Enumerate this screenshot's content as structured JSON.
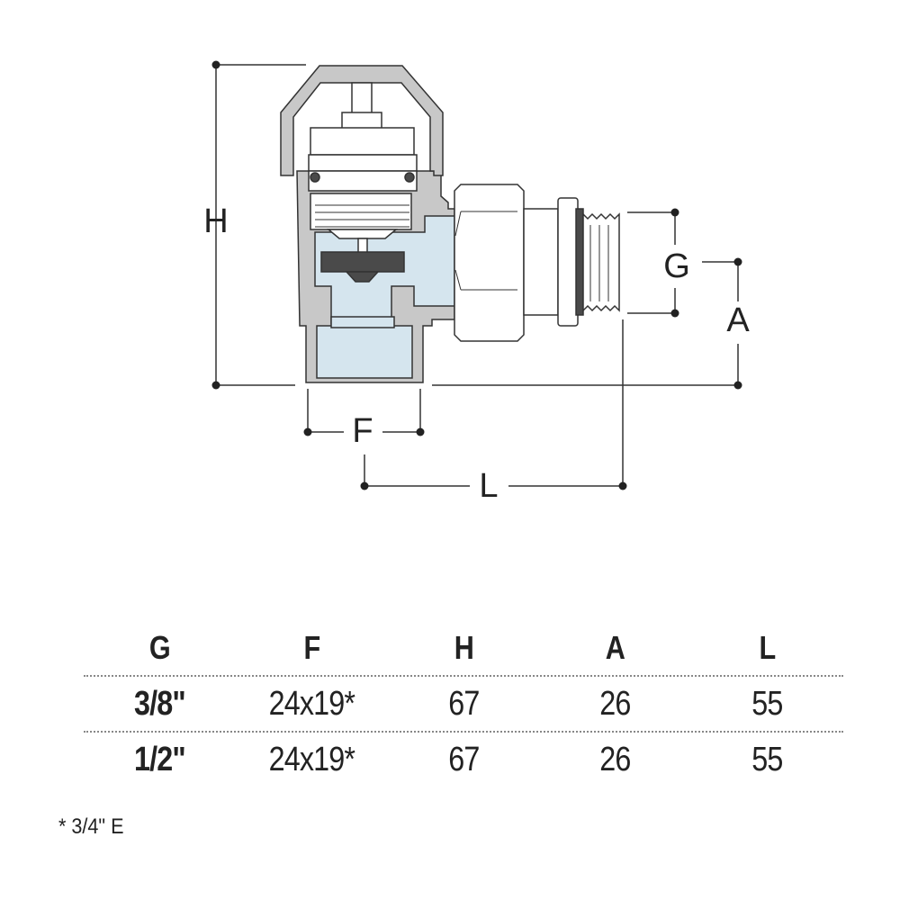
{
  "dimensions": {
    "H": "H",
    "G": "G",
    "A": "A",
    "F": "F",
    "L": "L"
  },
  "table": {
    "headers": [
      "G",
      "F",
      "H",
      "A",
      "L"
    ],
    "rows": [
      [
        "3/8\"",
        "24x19*",
        "67",
        "26",
        "55"
      ],
      [
        "1/2\"",
        "24x19*",
        "67",
        "26",
        "55"
      ]
    ]
  },
  "footnote": "* 3/4\" E",
  "colors": {
    "body": "#c8c8c8",
    "water": "#d5e5ee",
    "line": "#333333",
    "seal": "#4a4a4a"
  }
}
